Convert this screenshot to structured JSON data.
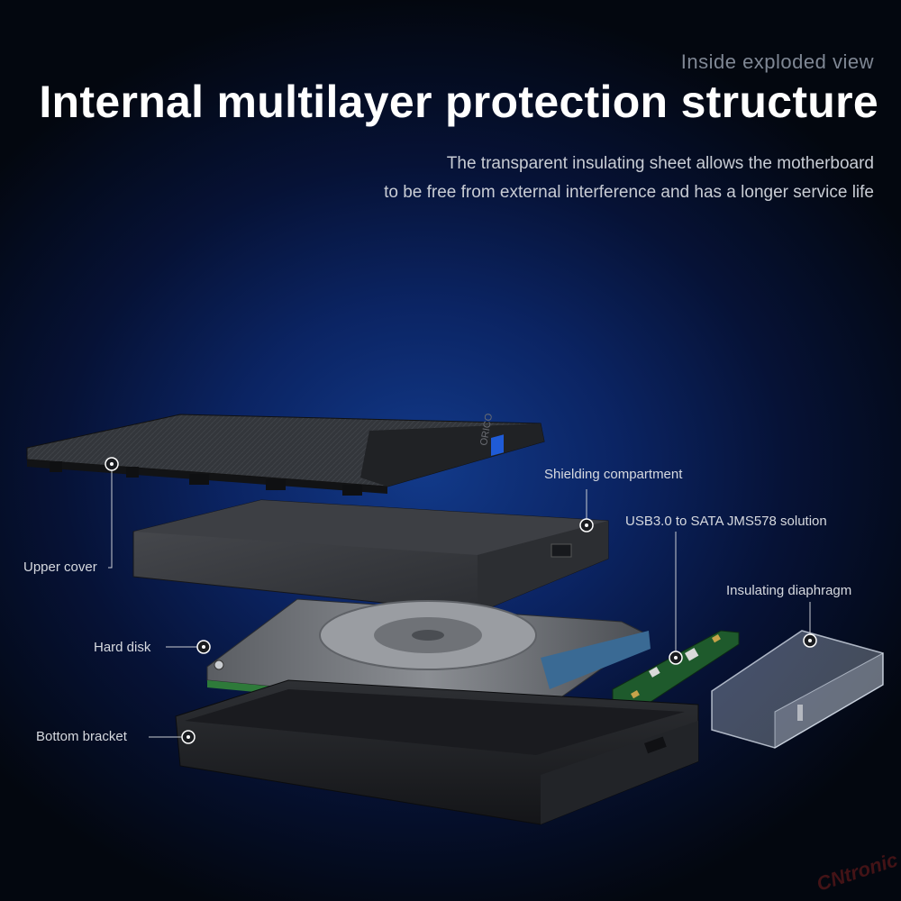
{
  "header": {
    "kicker": "Inside exploded view",
    "title": "Internal multilayer protection structure",
    "description_line1": "The transparent insulating sheet allows the motherboard",
    "description_line2": "to be free from external interference and has a longer service life"
  },
  "callouts": {
    "upper_cover": "Upper cover",
    "shielding_compartment": "Shielding compartment",
    "usb_solution": "USB3.0 to SATA JMS578 solution",
    "insulating_diaphragm": "Insulating diaphragm",
    "hard_disk": "Hard disk",
    "bottom_bracket": "Bottom bracket"
  },
  "branding": {
    "cover_logo": "ORICO",
    "watermark": "CNtronic"
  },
  "colors": {
    "background_center": "#123a8a",
    "background_edge": "#03070f",
    "accent_blue": "#1f5bd6",
    "pcb_green": "#2e7a3a"
  }
}
